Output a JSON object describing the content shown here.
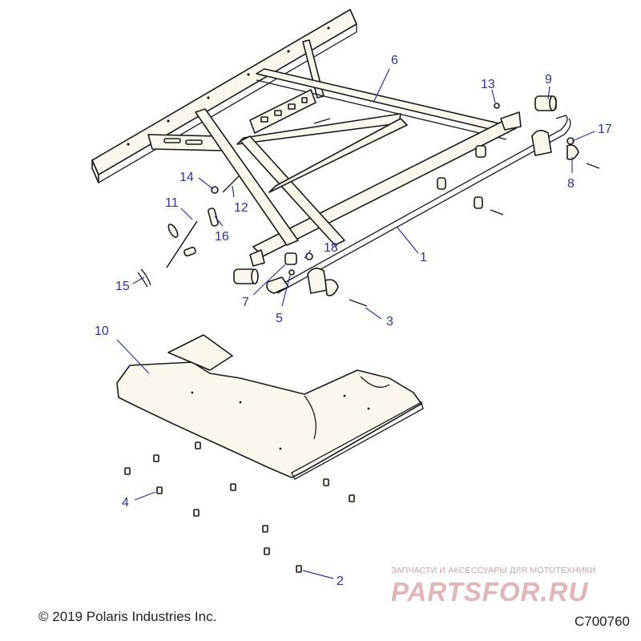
{
  "callouts": {
    "c1": "1",
    "c2": "2",
    "c3": "3",
    "c4": "4",
    "c5": "5",
    "c6": "6",
    "c7": "7",
    "c8": "8",
    "c9": "9",
    "c10": "10",
    "c11": "11",
    "c12": "12",
    "c13": "13",
    "c14": "14",
    "c15": "15",
    "c16": "16",
    "c17": "17",
    "c18": "18"
  },
  "footer": {
    "copyright": "© 2019 Polaris Industries Inc.",
    "code": "C700760"
  },
  "watermark": {
    "tagline": "ЗАПЧАСТИ И АКСЕССУАРЫ ДЛЯ МОТОТЕХНИКИ",
    "logo": "PARTSFOR.RU"
  },
  "colors": {
    "callout": "#2a33b0",
    "line": "#1a1a1a",
    "watermark": "#e2b6b6"
  }
}
